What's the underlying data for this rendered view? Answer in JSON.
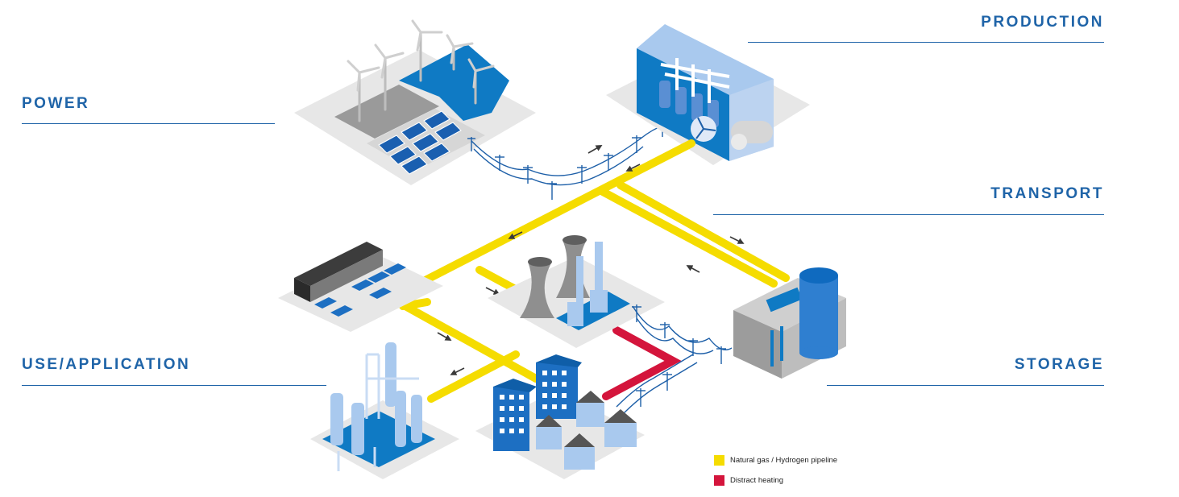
{
  "labels": {
    "power": "POWER",
    "production": "PRODUCTION",
    "transport": "TRANSPORT",
    "use": "USE/APPLICATION",
    "storage": "STORAGE"
  },
  "legend": [
    {
      "label": "Natural gas / Hydrogen pipeline",
      "color": "#f5dc00"
    },
    {
      "label": "Distract heating",
      "color": "#d4153c"
    }
  ],
  "colors": {
    "accent": "#1f64a8",
    "blue": "#0f7ac4",
    "light_blue": "#a9c9ee",
    "grey": "#8f8f8f",
    "pipeline": "#f5dc00",
    "heating": "#d4153c"
  }
}
